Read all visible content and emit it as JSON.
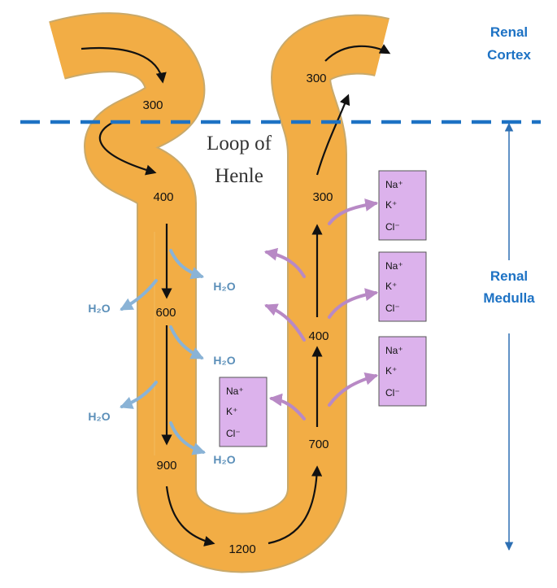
{
  "zones": {
    "cortex_line1": "Renal",
    "cortex_line2": "Cortex",
    "medulla_line1": "Renal",
    "medulla_line2": "Medulla"
  },
  "title": {
    "line1": "Loop of",
    "line2": "Henle"
  },
  "concentrations": {
    "desc_top": "300",
    "desc_400": "400",
    "desc_600": "600",
    "desc_900": "900",
    "bottom": "1200",
    "asc_700": "700",
    "asc_400": "400",
    "asc_300": "300",
    "asc_top": "300"
  },
  "water_label": "H₂O",
  "ion_box": {
    "na": "Na⁺",
    "k": "K⁺",
    "cl": "Cl⁻"
  },
  "colors": {
    "tubule_light": "#fbeec0",
    "tubule_deep": "#f4b34a",
    "tubule_edge": "#c9a96a",
    "boundary_line": "#1d72c4",
    "ion_box_fill": "#dcb2ec",
    "ion_arrow": "#b889c5",
    "water_arrow": "#8ab3d6"
  }
}
